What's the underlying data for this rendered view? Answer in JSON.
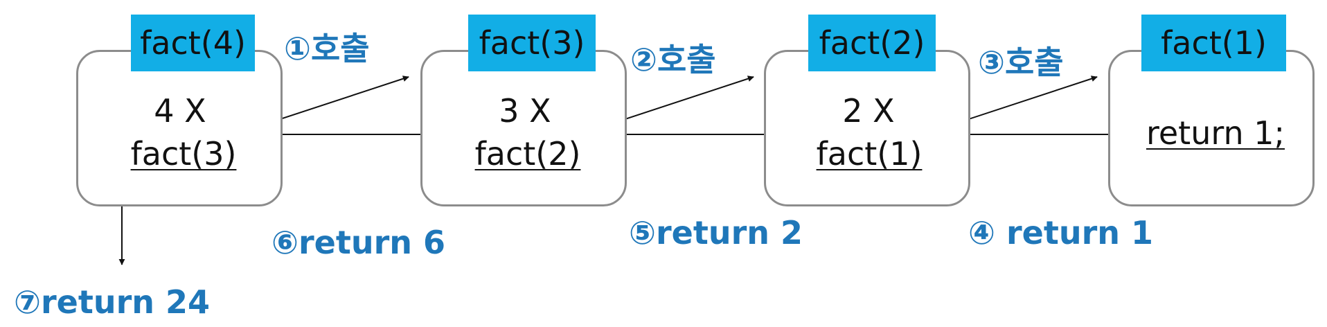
{
  "frames": [
    {
      "tag": "fact(4)",
      "line1": "4  X",
      "line2": "fact(3)"
    },
    {
      "tag": "fact(3)",
      "line1": "3  X",
      "line2": "fact(2)"
    },
    {
      "tag": "fact(2)",
      "line1": "2  X",
      "line2": "fact(1)"
    },
    {
      "tag": "fact(1)",
      "line1": "",
      "line2": "return  1;"
    }
  ],
  "steps": {
    "call1": "①호출",
    "call2": "②호출",
    "call3": "③호출",
    "ret4": "④ return  1",
    "ret5": "⑤return  2",
    "ret6": "⑥return  6",
    "ret7": "⑦return  24"
  },
  "colors": {
    "tag_background": "#12aee6",
    "label_text": "#1f77b9",
    "box_border": "#8c8c8c"
  }
}
